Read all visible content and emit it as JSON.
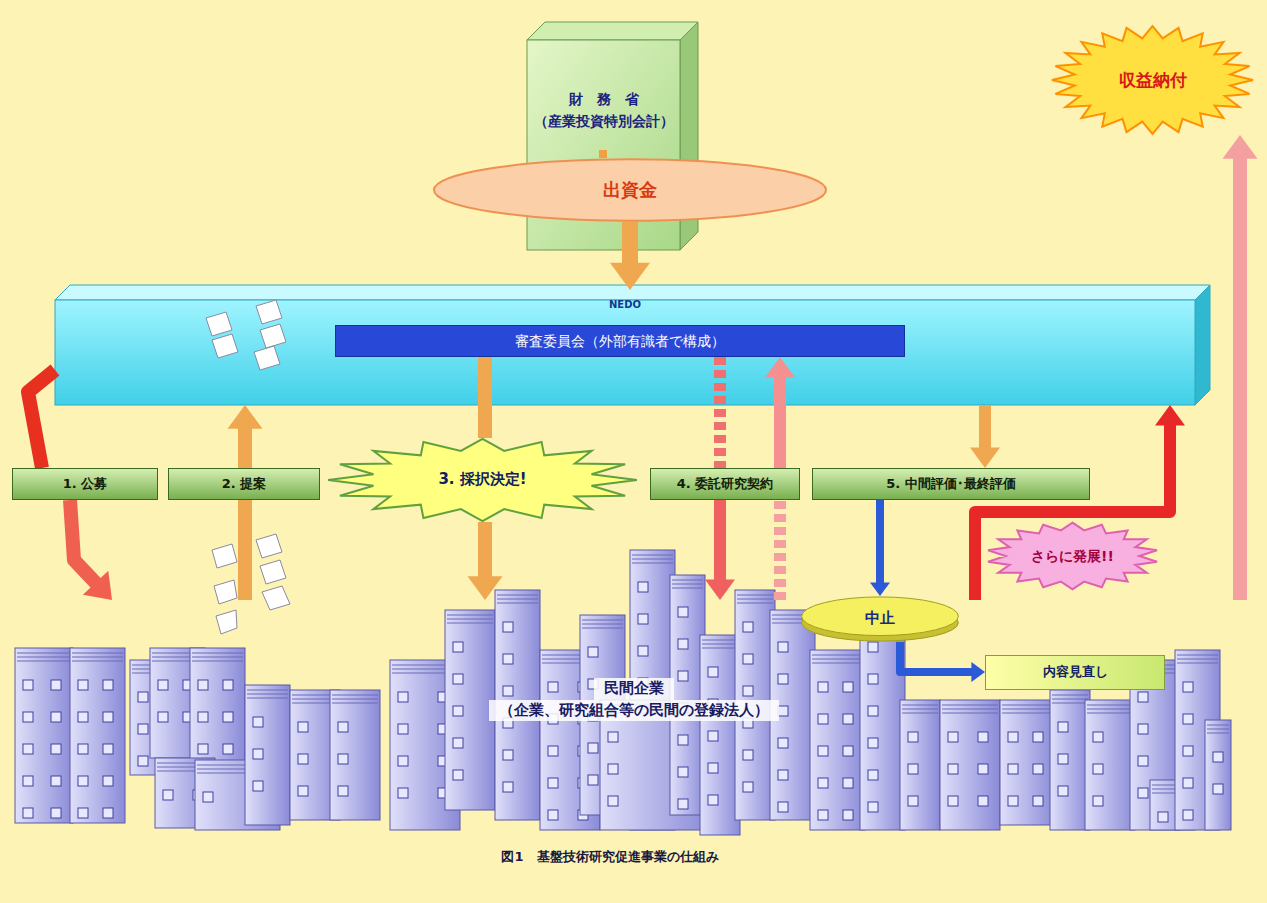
{
  "diagram": {
    "caption": "図1　基盤技術研究促進事業の仕組み",
    "nodes": [
      {
        "text": [
          "財　務　省",
          "（産業投資特別会計）"
        ]
      },
      {
        "text": [
          "出資金"
        ]
      },
      {
        "text": [
          "NEDO"
        ]
      },
      {
        "text": [
          "審査委員会（外部有識者で構成）"
        ],
        "in": 2
      },
      {
        "text": [
          "収益納付"
        ]
      },
      {
        "text": [
          "1. 公募"
        ]
      },
      {
        "text": [
          "2. 提案"
        ]
      },
      {
        "text": [
          "3. 採択決定!"
        ]
      },
      {
        "text": [
          "4. 委託研究契約"
        ]
      },
      {
        "text": [
          "5. 中間評価･最終評価"
        ]
      },
      {
        "text": [
          "さらに発展!!"
        ]
      },
      {
        "text": [
          "中止"
        ]
      },
      {
        "text": [
          "内容見直し"
        ]
      },
      {
        "text": [
          "民間企業",
          "（企業、研究組合等の民間の登録法人）"
        ]
      }
    ],
    "edges": [
      {
        "from": 0,
        "to": 1,
        "arrow": "none"
      },
      {
        "from": 1,
        "to": 2,
        "arrow": "to"
      },
      {
        "from": 2,
        "to": 5,
        "arrow": "none"
      },
      {
        "from": 5,
        "to": 13,
        "arrow": "to"
      },
      {
        "from": 13,
        "to": 6,
        "arrow": "none"
      },
      {
        "from": 6,
        "to": 2,
        "arrow": "to"
      },
      {
        "from": 3,
        "to": 7,
        "arrow": "none"
      },
      {
        "from": 7,
        "to": 13,
        "arrow": "to"
      },
      {
        "from": 3,
        "to": 8,
        "arrow": "none"
      },
      {
        "from": 8,
        "to": 13,
        "arrow": "to"
      },
      {
        "from": 13,
        "to": 8,
        "arrow": "none"
      },
      {
        "from": 8,
        "to": 3,
        "arrow": "to"
      },
      {
        "from": 2,
        "to": 9,
        "arrow": "to"
      },
      {
        "from": 9,
        "to": 11,
        "arrow": "to"
      },
      {
        "from": 11,
        "to": 12,
        "arrow": "to"
      },
      {
        "from": 13,
        "to": 2,
        "arrow": "to"
      },
      {
        "from": 13,
        "to": 4,
        "arrow": "to"
      }
    ]
  }
}
